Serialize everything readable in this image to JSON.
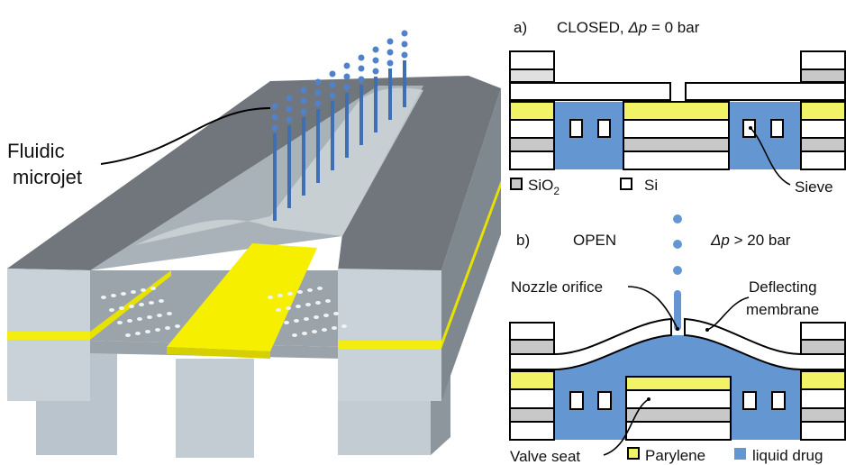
{
  "left_figure": {
    "label_line1": "Fluidic",
    "label_line2": "microjet"
  },
  "panel_a": {
    "letter": "a)",
    "state": "CLOSED,",
    "pressure_symbol": "Δp",
    "pressure_value": " = 0 bar",
    "legend_sio2": "SiO",
    "legend_sio2_sub": "2",
    "legend_si": "Si",
    "sieve_label": "Sieve"
  },
  "panel_b": {
    "letter": "b)",
    "state": "OPEN",
    "pressure_symbol": "Δp",
    "pressure_value": " > 20 bar",
    "nozzle_label": "Nozzle orifice",
    "membrane_label_line1": "Deflecting",
    "membrane_label_line2": "membrane",
    "valve_seat_label": "Valve seat",
    "legend_parylene": "Parylene",
    "legend_liquid": "liquid drug"
  },
  "colors": {
    "sio2": "#c8c8c8",
    "si": "#ffffff",
    "parylene": "#f2f266",
    "liquid": "#6497d2"
  }
}
